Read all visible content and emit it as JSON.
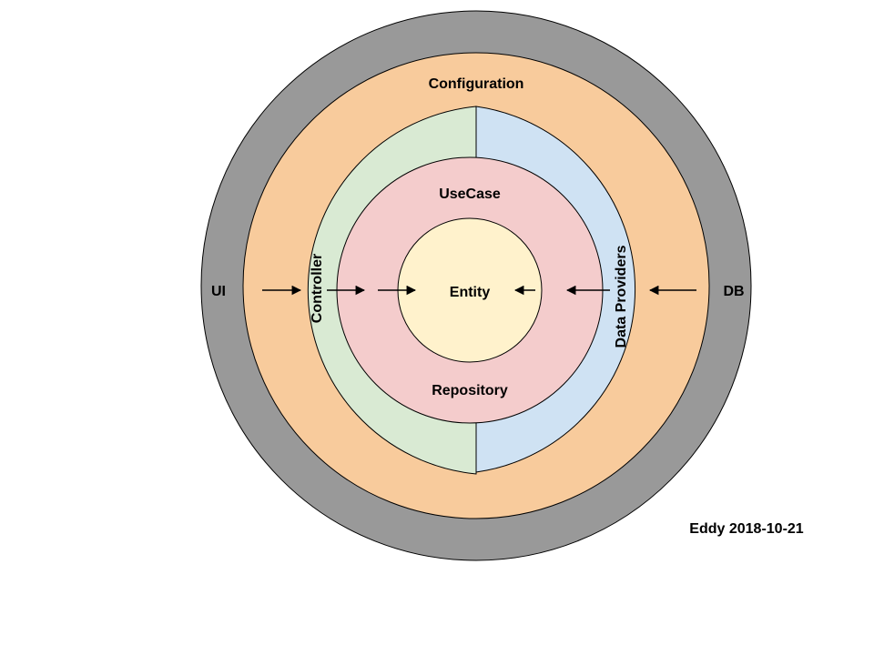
{
  "labels": {
    "ui": "UI",
    "db": "DB",
    "configuration": "Configuration",
    "controller": "Controller",
    "data_providers": "Data Providers",
    "usecase": "UseCase",
    "repository": "Repository",
    "entity": "Entity",
    "credit": "Eddy 2018-10-21"
  },
  "colors": {
    "outer_ring": "#999999",
    "configuration_ring": "#f8cb9c",
    "controller_half": "#d9ead3",
    "data_providers_half": "#cfe2f3",
    "usecase_ring": "#f4cccc",
    "entity_core": "#fff2cc",
    "stroke": "#000000"
  }
}
